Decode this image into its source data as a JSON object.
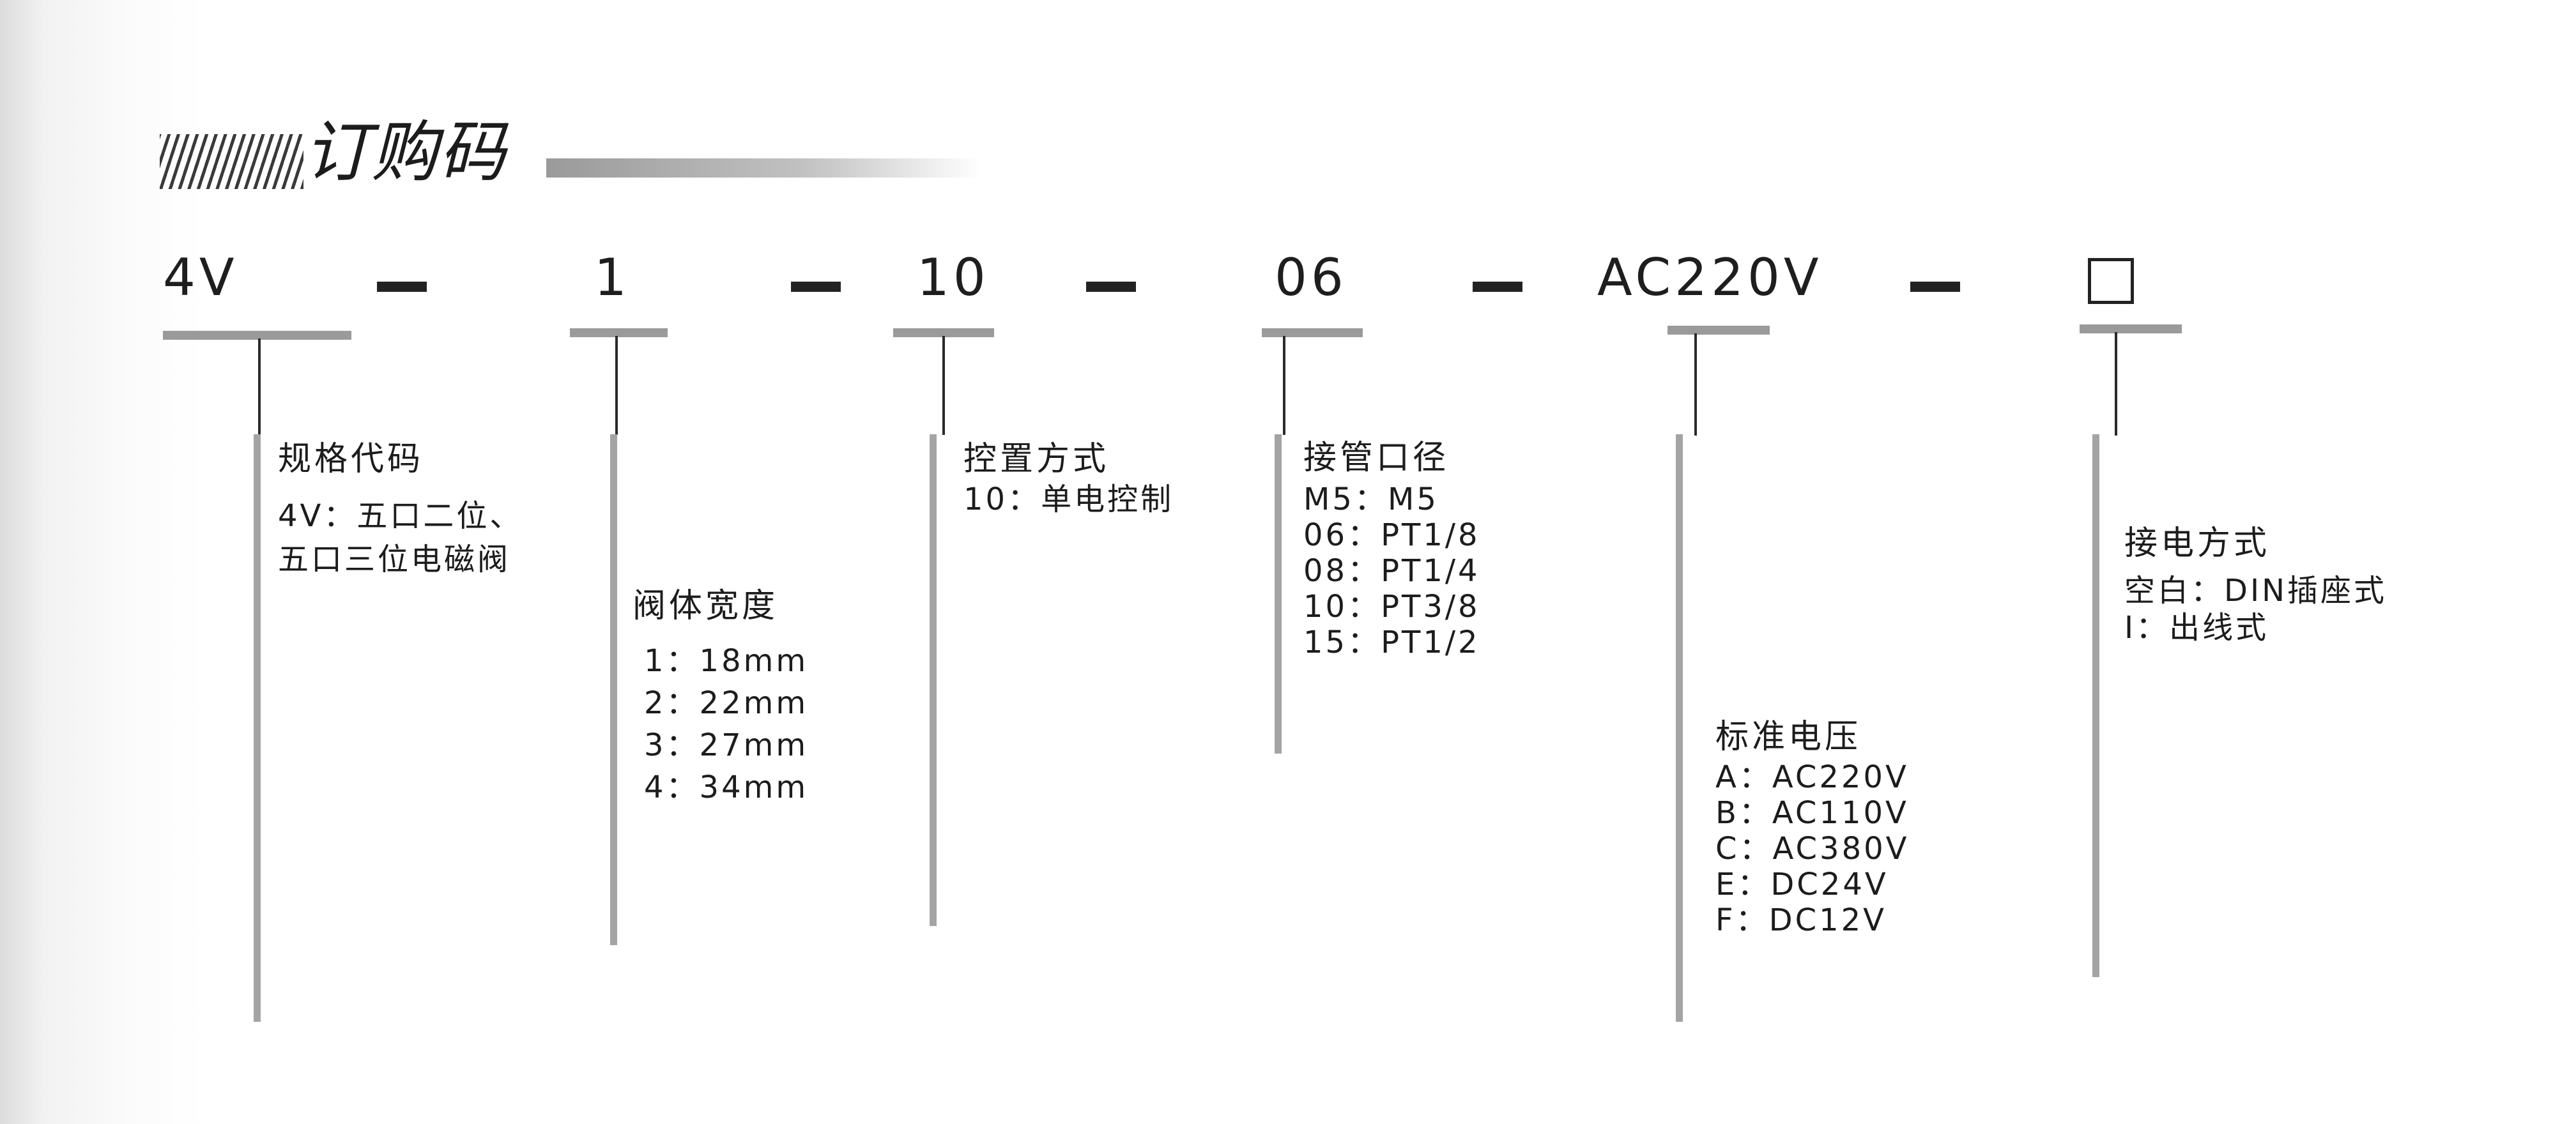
{
  "heading": {
    "title": "订购码"
  },
  "code": {
    "segments": [
      "4V",
      "1",
      "10",
      "06",
      "AC220V"
    ],
    "separator_count": 5,
    "last_placeholder_symbol": "box"
  },
  "fields": [
    {
      "title": "规格代码",
      "items": [
        "4V：五口二位、",
        "五口三位电磁阀"
      ]
    },
    {
      "title": "阀体宽度",
      "items": [
        "1：18mm",
        "2：22mm",
        "3：27mm",
        "4：34mm"
      ]
    },
    {
      "title": "控置方式",
      "items": [
        "10：单电控制"
      ]
    },
    {
      "title": "接管口径",
      "items": [
        "M5：M5",
        "06：PT1/8",
        "08：PT1/4",
        "10：PT3/8",
        "15：PT1/2"
      ]
    },
    {
      "title": "标准电压",
      "items": [
        "A：AC220V",
        "B：AC110V",
        "C：AC380V",
        "E：DC24V",
        "F：DC12V"
      ]
    },
    {
      "title": "接电方式",
      "items": [
        "空白：DIN插座式",
        "I：出线式"
      ]
    }
  ]
}
